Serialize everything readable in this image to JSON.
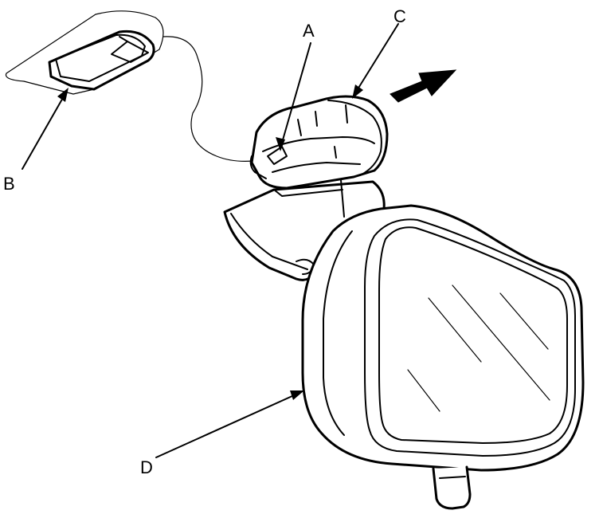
{
  "figure": {
    "callouts": [
      {
        "id": "A",
        "text": "A"
      },
      {
        "id": "B",
        "text": "B"
      },
      {
        "id": "C",
        "text": "C"
      },
      {
        "id": "D",
        "text": "D"
      }
    ],
    "direction_arrow": "arrow-upper-right",
    "colors": {
      "ink": "#000000",
      "background": "#ffffff"
    }
  }
}
